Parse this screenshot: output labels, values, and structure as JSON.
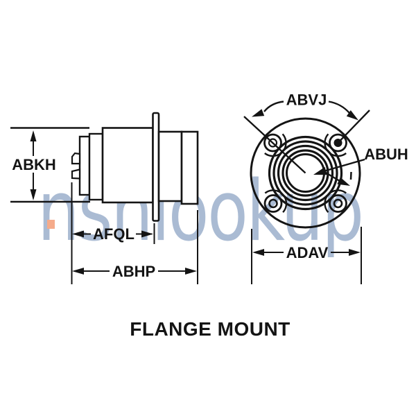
{
  "page": {
    "background": "#ffffff"
  },
  "watermark": {
    "text": "nsnlookup",
    "color": "#aabbd3",
    "accent_dot_color": "#f5ab8b"
  },
  "drawing": {
    "caption": "FLANGE MOUNT",
    "line_color": "#141414",
    "views": [
      {
        "name": "side-profile-view"
      },
      {
        "name": "front-flange-view"
      }
    ],
    "dimensions": {
      "abkh": "ABKH",
      "afql": "AFQL",
      "abhp": "ABHP",
      "abvj": "ABVJ",
      "abuh": "ABUH",
      "adav": "ADAV"
    }
  }
}
